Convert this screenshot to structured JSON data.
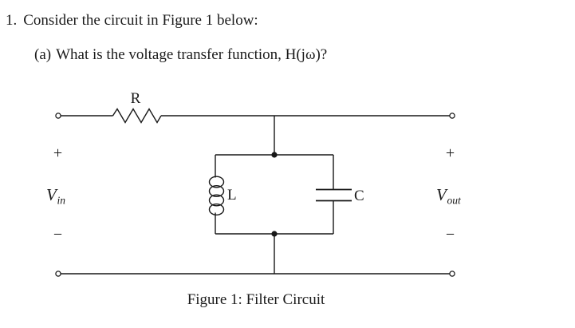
{
  "problem": {
    "number": "1.",
    "statement": "Consider the circuit in Figure 1 below:",
    "part_a": {
      "label": "(a)",
      "text": "What is the voltage transfer function, H(jω)?"
    }
  },
  "figure": {
    "caption": "Figure 1: Filter Circuit",
    "components": {
      "resistor": "R",
      "inductor": "L",
      "capacitor": "C"
    },
    "input": {
      "plus": "+",
      "label_main": "V",
      "label_sub": "in",
      "minus": "−"
    },
    "output": {
      "plus": "+",
      "label_main": "V",
      "label_sub": "out",
      "minus": "−"
    }
  },
  "colors": {
    "ink": "#1a1a1a",
    "background": "#ffffff"
  }
}
